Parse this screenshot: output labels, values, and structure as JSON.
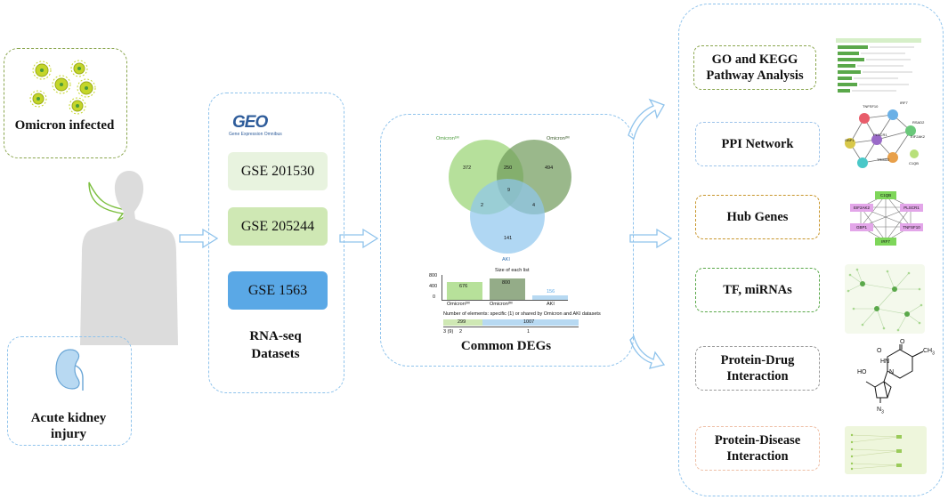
{
  "left": {
    "omicron_label": "Omicron infected",
    "aki_label_line1": "Acute kidney",
    "aki_label_line2": "injury"
  },
  "datasets": {
    "geo_logo_text": "GEO",
    "geo_subtitle": "Gene Expression Omnibus",
    "items": [
      {
        "label": "GSE 201530",
        "color": "#e8f3df"
      },
      {
        "label": "GSE 205244",
        "color": "#cfe8b4"
      },
      {
        "label": "GSE 1563",
        "color": "#5aa8e6"
      }
    ],
    "caption_line1": "RNA-seq",
    "caption_line2": "Datasets"
  },
  "degs": {
    "caption": "Common DEGs",
    "venn": {
      "set_labels": [
        "Omicron¹ᴹ",
        "Omicron²ᴹ",
        "AKI"
      ],
      "counts": {
        "a_only": "372",
        "ab": "250",
        "b_only": "494",
        "center": "9",
        "ac": "2",
        "bc": "4",
        "c_only": "141"
      }
    },
    "bars": {
      "title": "Size of each list",
      "yticks": [
        "800",
        "400",
        "0"
      ],
      "categories": [
        "Omicron¹ᴹ",
        "Omicron²ᴹ",
        "AKI"
      ],
      "values": [
        "676",
        "800",
        "156"
      ]
    },
    "elements_note": "Number of elements: specific (1) or shared by Omicron and AKI datasets",
    "row_label": "3 (9)",
    "row_val_a": "2",
    "row_val_b": "1",
    "strip_a": "299",
    "strip_b": "1007"
  },
  "analyses": [
    {
      "line1": "GO and KEGG",
      "line2": "Pathway Analysis",
      "border": "#8aa64e"
    },
    {
      "line1": "PPI Network",
      "line2": "",
      "border": "#9cc3ea"
    },
    {
      "line1": "Hub Genes",
      "line2": "",
      "border": "#c8962c"
    },
    {
      "line1": "TF, miRNAs",
      "line2": "",
      "border": "#5aa84a"
    },
    {
      "line1": "Protein-Drug",
      "line2": "Interaction",
      "border": "#9a9a9a"
    },
    {
      "line1": "Protein-Disease",
      "line2": "Interaction",
      "border": "#eebfa6"
    }
  ],
  "hub_genes": [
    "C1QB",
    "EIF2AK2",
    "PLSCR1",
    "GBP1",
    "TNFSF10",
    "IRF7"
  ],
  "ppi_nodes": [
    "TNFSF10",
    "IRF7",
    "C1QB",
    "GBP1",
    "PLSCR1",
    "EIF2AK2",
    "RSAD2",
    "TRIM22"
  ],
  "drug_labels": {
    "ho": "HO",
    "o": "O",
    "hn": "HN",
    "n": "N",
    "o2": "O",
    "ch3": "CH",
    "ch3_sub": "3",
    "n3": "N",
    "n3_sub": "3"
  }
}
